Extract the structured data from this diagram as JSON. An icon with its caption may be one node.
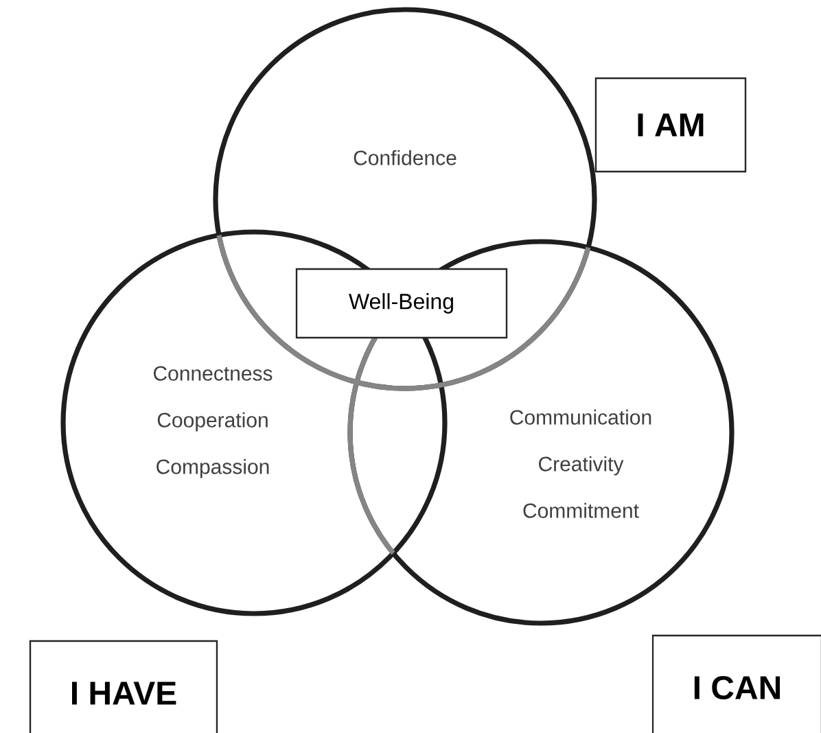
{
  "diagram": {
    "nodes": [
      {
        "text": [
          "Confidence"
        ]
      },
      {
        "text": [
          "I AM"
        ]
      },
      {
        "text": [
          "Well-Being"
        ],
        "in": 0
      },
      {
        "text": [
          "Connectness",
          "Cooperation",
          "Compassion"
        ]
      },
      {
        "text": [
          "Communication",
          "Creativity",
          "Commitment"
        ]
      },
      {
        "text": [
          "I HAVE"
        ]
      },
      {
        "text": [
          "I CAN"
        ]
      }
    ]
  }
}
